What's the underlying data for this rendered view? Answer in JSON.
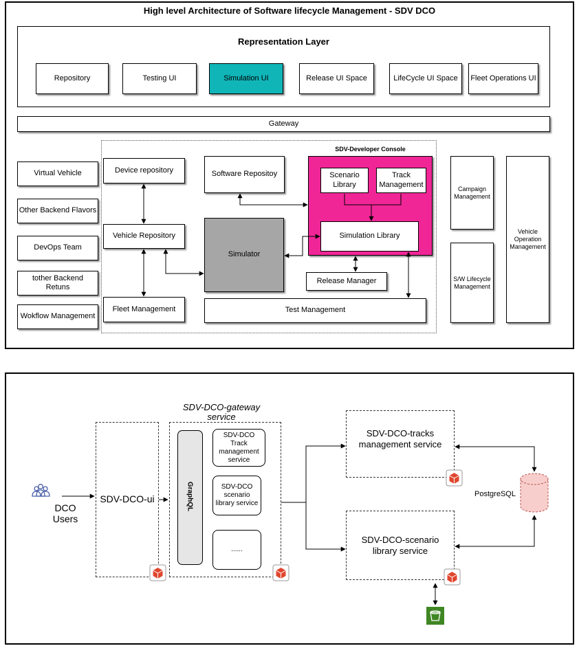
{
  "top": {
    "title": "High level Architecture of Software lifecycle Management - SDV DCO",
    "representation_layer": {
      "title": "Representation Layer",
      "items": [
        "Repository",
        "Testing UI",
        "Simulation UI",
        "Release UI Space",
        "LifeCycle UI Space",
        "Fleet Operations UI"
      ]
    },
    "gateway": "Gateway",
    "left_items": [
      "Virtual Vehicle",
      "Other Backend Flavors",
      "DevOps Team",
      "tother Backend Retuns",
      "Wokflow Management"
    ],
    "device_repository": "Device repository",
    "vehicle_repository": "Vehicle Repository",
    "fleet_management": "Fleet Management",
    "software_repository": "Software Repositoy",
    "simulator": "Simulator",
    "release_manager": "Release Manager",
    "test_management": "Test Management",
    "developer_console": {
      "title": "SDV-Developer Console",
      "scenario_library": "Scenario Library",
      "track_management": "Track Management",
      "simulation_library": "Simulation Library"
    },
    "campaign_management": "Campaign Management",
    "sw_lifecycle_management": "S/W Lifecycle Management",
    "vehicle_operation_management": "Vehicle Operation Management"
  },
  "bottom": {
    "users": "DCO Users",
    "ui": "SDV-DCO-ui",
    "gateway_service": "SDV-DCO-gateway service",
    "graphql": "GraphQL",
    "track_service_card": "SDV-DCO Track management service",
    "scenario_service_card": "SDV-DCO scenario library service",
    "ellipsis": "......",
    "tracks_service": "SDV-DCO-tracks management service",
    "scenario_service": "SDV-DCO-scenario library service",
    "postgres": "PostgreSQL"
  },
  "colors": {
    "simulation_ui": "#10b5b8",
    "developer_console": "#f02696",
    "simulator": "#a6a6a6",
    "graphql": "#e6e6e6",
    "package_icon": "#e0472f",
    "database": "#f8cecc",
    "bucket": "#3f8624"
  },
  "icons": [
    "users-icon",
    "package-icon",
    "database-icon",
    "bucket-icon"
  ]
}
